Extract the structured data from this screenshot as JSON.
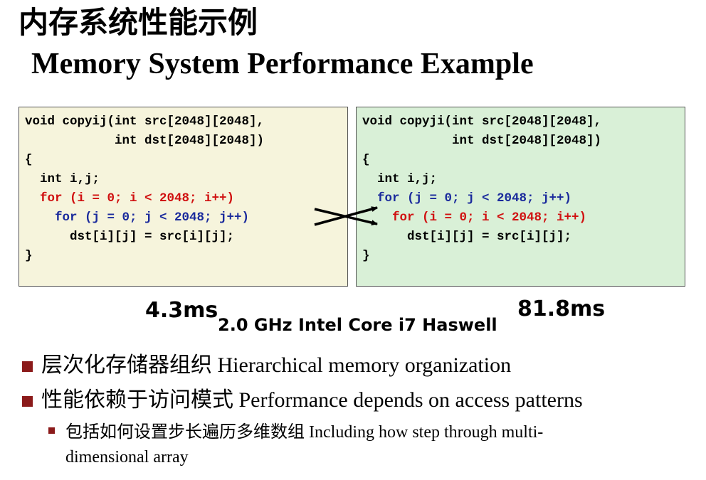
{
  "title": {
    "cn": "内存系统性能示例",
    "en": "Memory System Performance Example"
  },
  "code_left": {
    "lines": [
      {
        "text": "void copyij(int src[2048][2048],",
        "color": "black"
      },
      {
        "text": "            int dst[2048][2048])",
        "color": "black"
      },
      {
        "text": "{",
        "color": "black"
      },
      {
        "text": "  int i,j;",
        "color": "black"
      },
      {
        "text": "  for (i = 0; i < 2048; i++)",
        "color": "red"
      },
      {
        "text": "    for (j = 0; j < 2048; j++)",
        "color": "blue"
      },
      {
        "text": "      dst[i][j] = src[i][j];",
        "color": "black"
      },
      {
        "text": "}",
        "color": "black"
      }
    ],
    "background": "#f6f4dc"
  },
  "code_right": {
    "lines": [
      {
        "text": "void copyji(int src[2048][2048],",
        "color": "black"
      },
      {
        "text": "            int dst[2048][2048])",
        "color": "black"
      },
      {
        "text": "{",
        "color": "black"
      },
      {
        "text": "  int i,j;",
        "color": "black"
      },
      {
        "text": "  for (j = 0; j < 2048; j++)",
        "color": "blue"
      },
      {
        "text": "    for (i = 0; i < 2048; i++)",
        "color": "red"
      },
      {
        "text": "      dst[i][j] = src[i][j];",
        "color": "black"
      },
      {
        "text": "}",
        "color": "black"
      }
    ],
    "background": "#d9f0d7"
  },
  "timing": {
    "left": "4.3ms",
    "right": "81.8ms",
    "machine": "2.0 GHz Intel Core i7 Haswell"
  },
  "bullets": [
    {
      "cn": "层次化存储器组织",
      "en": " Hierarchical memory organization"
    },
    {
      "cn": "性能依赖于访问模式",
      "en": " Performance depends on access patterns"
    }
  ],
  "sub_bullet": {
    "cn": "包括如何设置步长遍历多维数组",
    "en_line1": " Including how step through multi-",
    "en_line2": "dimensional array"
  },
  "colors": {
    "bullet": "#8b1a1a",
    "code_red": "#d01010",
    "code_blue": "#1a2a9c"
  }
}
